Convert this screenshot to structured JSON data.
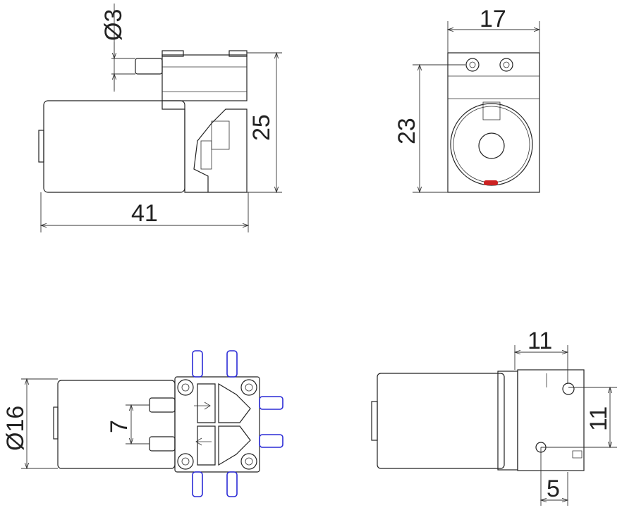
{
  "dimensions": {
    "side_nozzle_diameter": "Ø3",
    "side_height": "25",
    "side_length": "41",
    "front_width": "17",
    "front_height": "23",
    "bottom_diameter": "Ø16",
    "bottom_nozzle_spacing": "7",
    "right_top_width": "11",
    "right_hole_spacing": "11",
    "right_hole_offset": "5"
  },
  "colors": {
    "lines": "#222222",
    "nozzles": "#2b2bd6",
    "marker": "#cc2222",
    "hole_marker": "#22aa22"
  }
}
